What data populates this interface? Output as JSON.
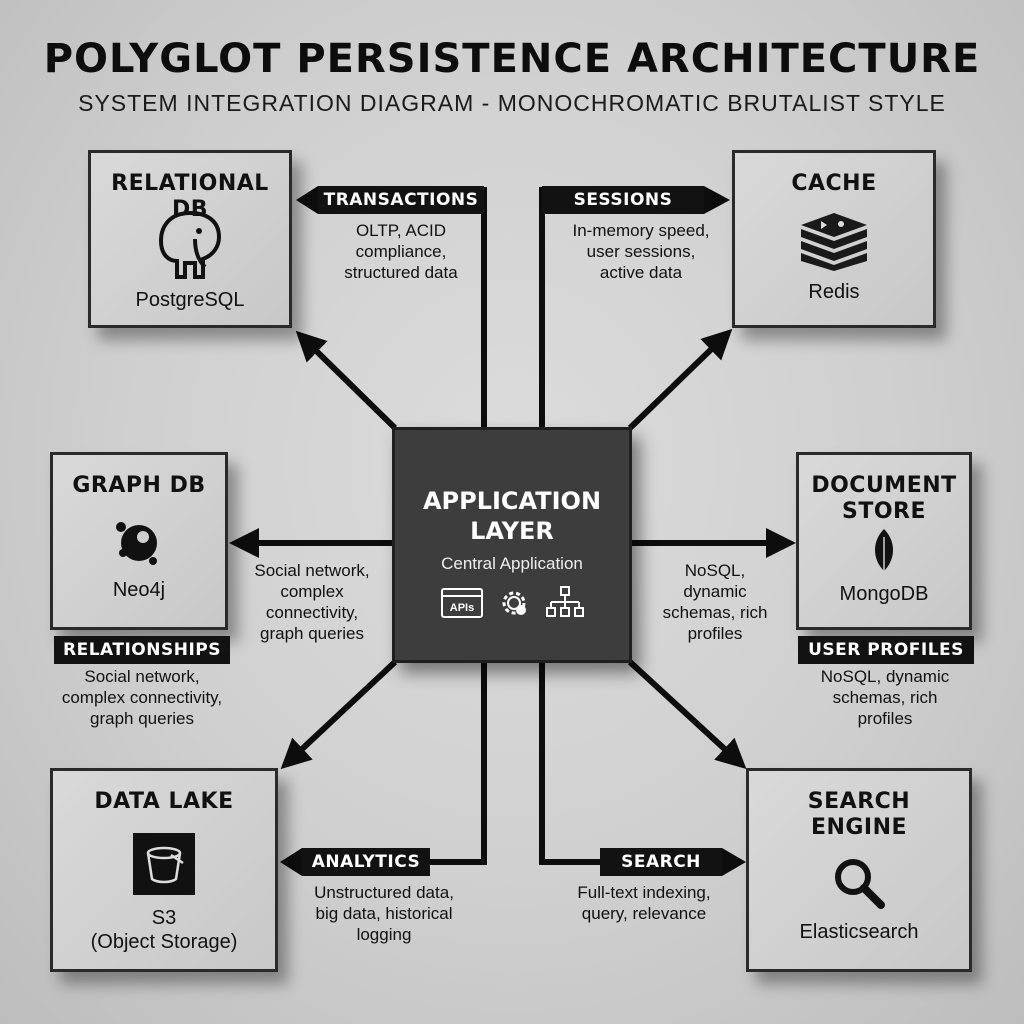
{
  "header": {
    "title": "POLYGLOT PERSISTENCE ARCHITECTURE",
    "subtitle": "SYSTEM INTEGRATION DIAGRAM - MONOCHROMATIC BRUTALIST STYLE"
  },
  "center": {
    "title_line1": "APPLICATION",
    "title_line2": "LAYER",
    "subtitle": "Central Application",
    "icons": [
      "api-icon",
      "gear-icon",
      "hierarchy-icon"
    ],
    "api_text": "APIs"
  },
  "nodes": {
    "relational": {
      "title": "RELATIONAL DB",
      "product": "PostgreSQL",
      "icon": "elephant-icon"
    },
    "cache": {
      "title": "CACHE",
      "product": "Redis",
      "icon": "stack-icon"
    },
    "graph": {
      "title": "GRAPH DB",
      "product": "Neo4j",
      "icon": "graph-icon"
    },
    "document": {
      "title_line1": "DOCUMENT",
      "title_line2": "STORE",
      "product": "MongoDB",
      "icon": "leaf-icon"
    },
    "datalake": {
      "title": "DATA LAKE",
      "product_line1": "S3",
      "product_line2": "(Object Storage)",
      "icon": "bucket-icon"
    },
    "search": {
      "title_line1": "SEARCH",
      "title_line2": "ENGINE",
      "product": "Elasticsearch",
      "icon": "magnifier-icon"
    }
  },
  "connections": {
    "transactions": {
      "label": "TRANSACTIONS",
      "desc": [
        "OLTP, ACID",
        "compliance,",
        "structured data"
      ]
    },
    "sessions": {
      "label": "SESSIONS",
      "desc": [
        "In-memory speed,",
        "user sessions,",
        "active data"
      ]
    },
    "graph_inline": {
      "desc": [
        "Social network,",
        "complex",
        "connectivity,",
        "graph queries"
      ]
    },
    "relationships": {
      "label": "RELATIONSHIPS",
      "desc": [
        "Social network,",
        "complex connectivity,",
        "graph queries"
      ]
    },
    "doc_inline": {
      "desc": [
        "NoSQL,",
        "dynamic",
        "schemas, rich",
        "profiles"
      ]
    },
    "user_profiles": {
      "label": "USER PROFILES",
      "desc": [
        "NoSQL, dynamic",
        "schemas, rich",
        "profiles"
      ]
    },
    "analytics": {
      "label": "ANALYTICS",
      "desc": [
        "Unstructured data,",
        "big data, historical",
        "logging"
      ]
    },
    "search": {
      "label": "SEARCH",
      "desc": [
        "Full-text indexing,",
        "query, relevance"
      ]
    }
  },
  "colors": {
    "line": "#0d0d0d",
    "box": "#cfcfcf",
    "center": "#3d3d3d",
    "label_bg": "#121212"
  }
}
